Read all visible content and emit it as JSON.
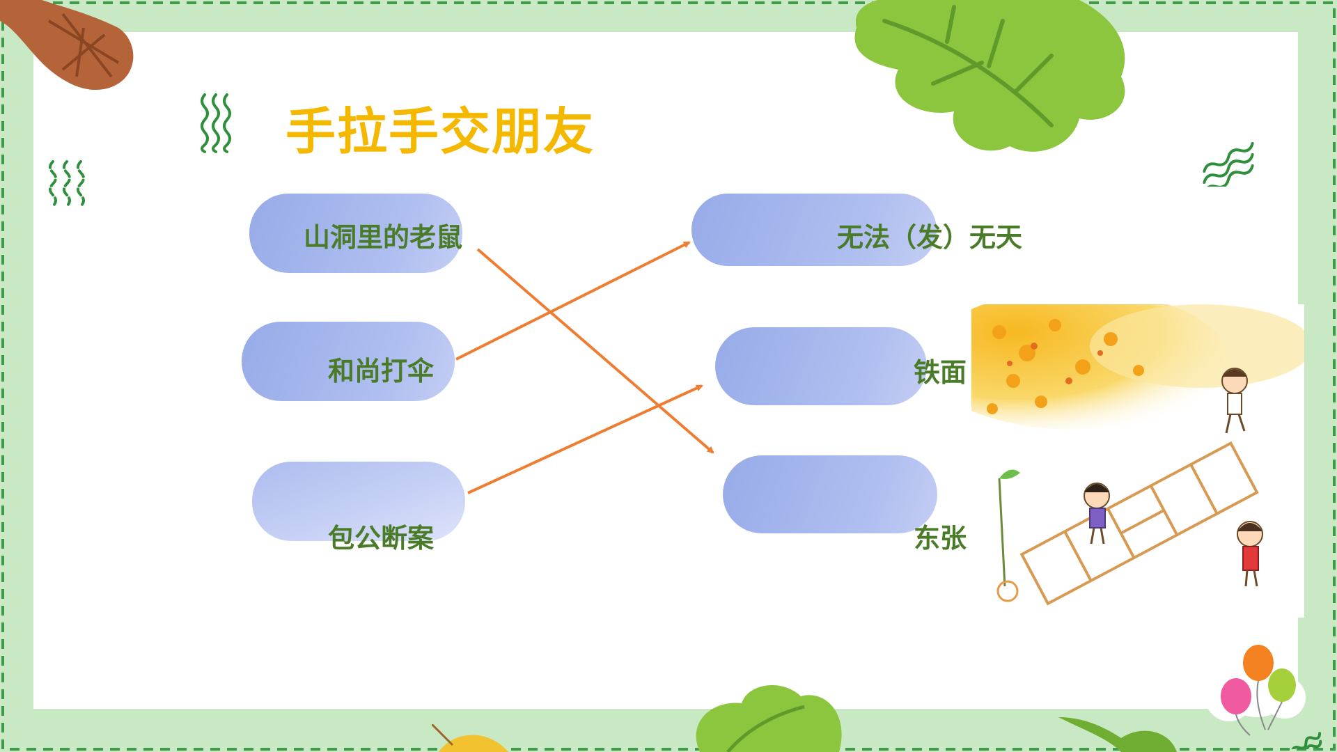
{
  "title": "手拉手交朋友",
  "left_items": [
    {
      "label": "山洞里的老鼠"
    },
    {
      "label": "和尚打伞"
    },
    {
      "label": "包公断案"
    }
  ],
  "right_items": [
    {
      "label": "无法（发）无天"
    },
    {
      "label": "铁面"
    },
    {
      "label": "东张"
    }
  ],
  "colors": {
    "title": "#f5b800",
    "label": "#4a7b28",
    "arrow": "#ee7d32",
    "pill": "#a3b5ec",
    "border": "#c9e8c4"
  },
  "icons": [
    "peanut-icon",
    "leaf-icon",
    "wavy-lines-icon",
    "balloons-icon",
    "hopscotch-children-illustration"
  ]
}
